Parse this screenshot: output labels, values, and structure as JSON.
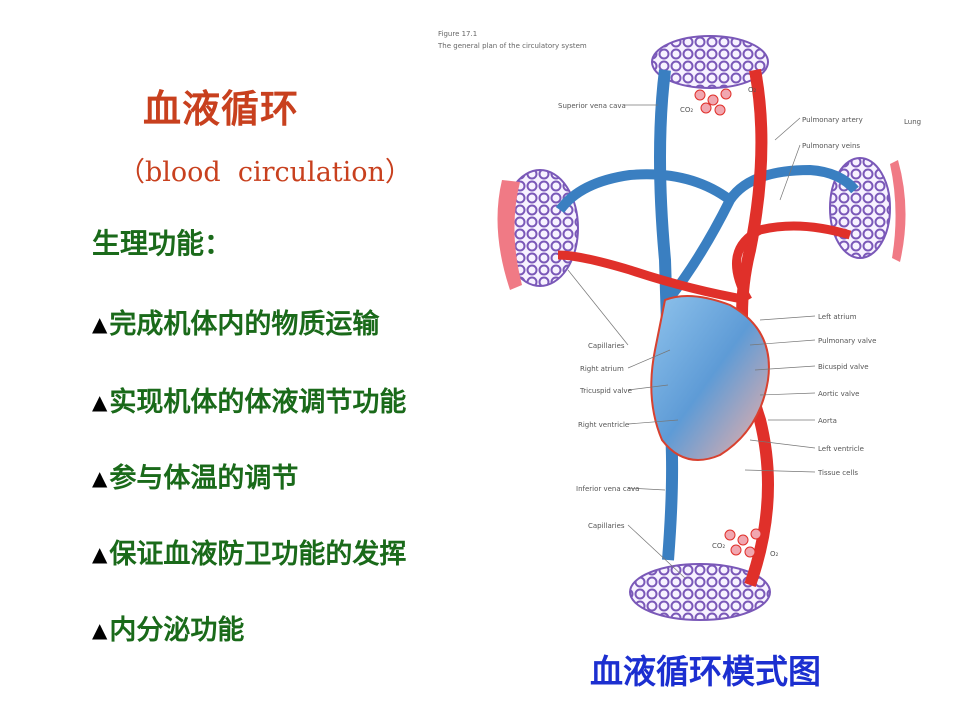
{
  "title": "血液循环",
  "subtitle": "（blood  circulation）",
  "heading": "生理功能：",
  "bullet_symbol": "▲",
  "functions": [
    "完成机体内的物质运输",
    "实现机体的体液调节功能",
    "参与体温的调节",
    "保证血液防卫功能的发挥",
    "内分泌功能"
  ],
  "caption": "血液循环模式图",
  "figure": {
    "number": "Figure 17.1",
    "note": "The general plan of the circulatory system",
    "labels": {
      "superior_vena_cava": "Superior vena cava",
      "pulmonary_artery": "Pulmonary artery",
      "pulmonary_veins": "Pulmonary veins",
      "lung": "Lung",
      "capillaries_top": "Capillaries",
      "right_atrium": "Right atrium",
      "tricuspid_valve": "Tricuspid valve",
      "right_ventricle": "Right ventricle",
      "left_atrium": "Left atrium",
      "pulmonary_valve": "Pulmonary valve",
      "bicuspid_valve": "Bicuspid valve",
      "aortic_valve": "Aortic valve",
      "aorta": "Aorta",
      "left_ventricle": "Left ventricle",
      "tissue_cells": "Tissue cells",
      "inferior_vena_cava": "Inferior vena cava",
      "capillaries_bottom": "Capillaries",
      "o2": "O₂",
      "co2": "CO₂"
    }
  },
  "colors": {
    "title": "#c8401e",
    "text_green": "#1a6a1a",
    "caption_blue": "#1c2fd0",
    "vein_blue": "#3a7fc1",
    "artery_red": "#e0302a",
    "capillary_purple": "#7a58b8"
  }
}
